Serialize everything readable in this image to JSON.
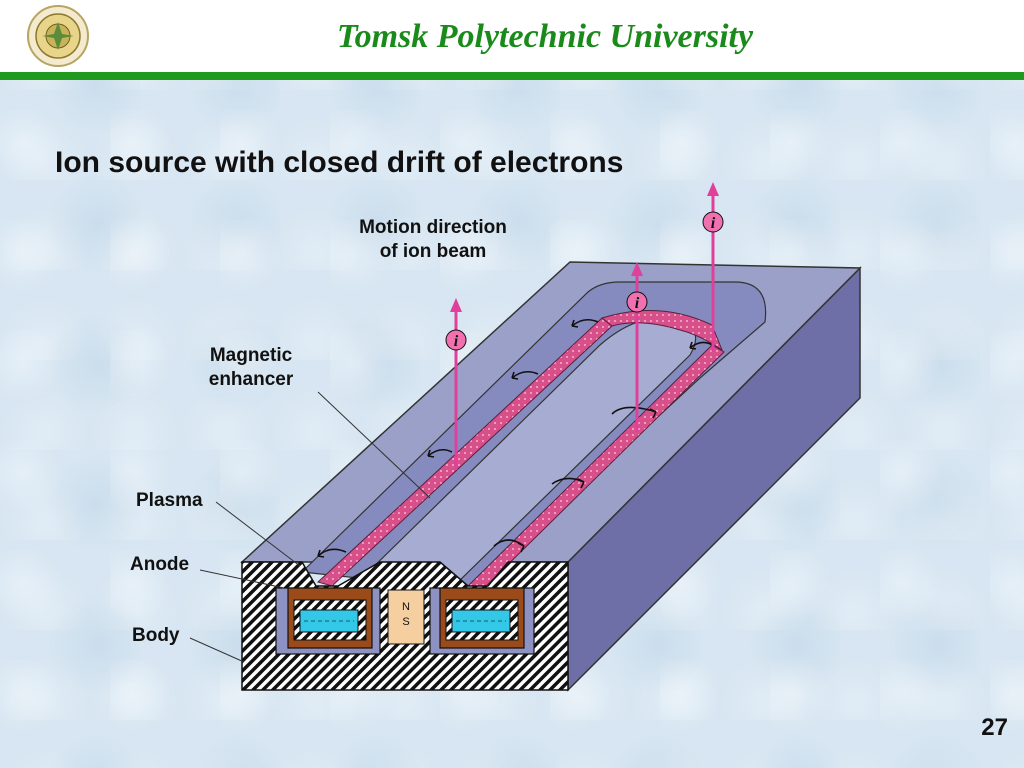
{
  "header": {
    "university": "Tomsk Polytechnic University"
  },
  "slide": {
    "title": "Ion source with closed drift of electrons",
    "page_number": "27"
  },
  "diagram": {
    "labels": {
      "motion_line1": "Motion direction",
      "motion_line2": "of ion beam",
      "magnetic_line1": "Magnetic",
      "magnetic_line2": "enhancer",
      "plasma": "Plasma",
      "anode": "Anode",
      "body": "Body"
    },
    "ion_symbol": "i",
    "magnet_north": "N",
    "magnet_south": "S",
    "colors": {
      "body_top": "#9aa0c8",
      "body_side": "#6d6fa6",
      "groove": "#7a80b6",
      "plasma": "#d8508a",
      "ion_beam": "#e0409a",
      "anode": "#9b4a1a",
      "coil": "#33c8e8",
      "magnet": "#f6cfa0",
      "header_green": "#1f9a1f"
    }
  }
}
